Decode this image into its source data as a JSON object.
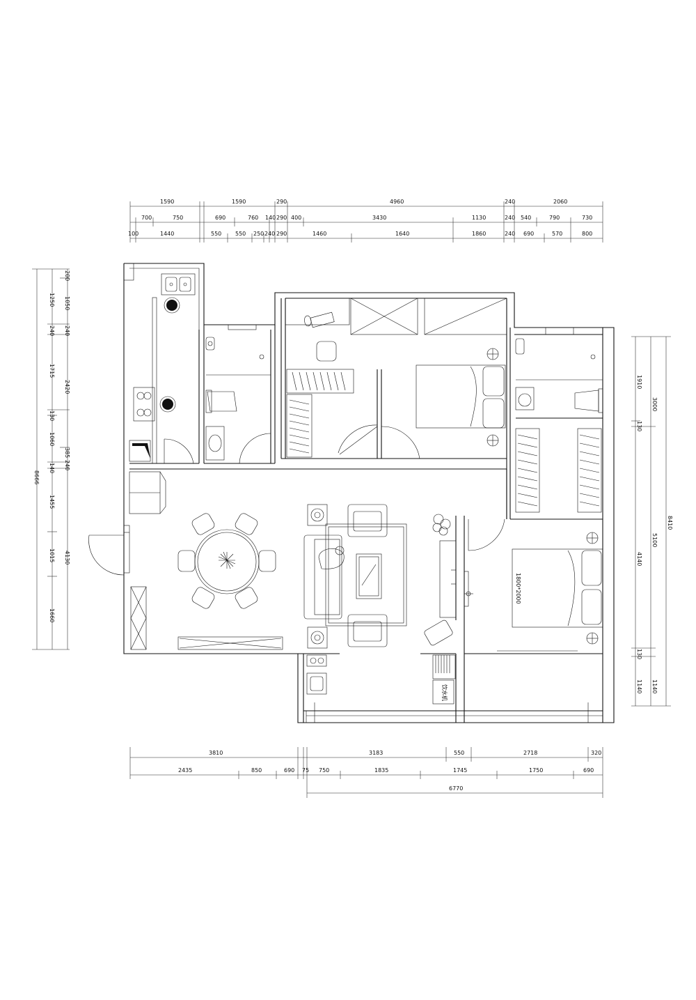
{
  "dimensions": {
    "top_row1": [
      "1590",
      "1590",
      "290",
      "4960",
      "240",
      "2060"
    ],
    "top_row2": [
      "700",
      "750",
      "690",
      "760",
      "140",
      "290",
      "400",
      "3430",
      "1130",
      "240",
      "540",
      "790",
      "730"
    ],
    "top_row3": [
      "100",
      "1440",
      "550",
      "550",
      "250",
      "240",
      "290",
      "1460",
      "1640",
      "1860",
      "240",
      "690",
      "570",
      "800"
    ],
    "left_outer": [
      "8666"
    ],
    "left_mid": [
      "1250",
      "240",
      "1715",
      "130",
      "1060",
      "140",
      "1455",
      "1015",
      "1660"
    ],
    "left_inner": [
      "200",
      "1050",
      "240",
      "2420",
      "385",
      "240",
      "4130"
    ],
    "right_outer": [
      "8410"
    ],
    "right_mid": [
      "3000",
      "5100",
      "1140"
    ],
    "right_inner": [
      "1910",
      "130",
      "4140",
      "130",
      "1140"
    ],
    "bottom_row1": [
      "3810",
      "3183",
      "550",
      "2718",
      "320"
    ],
    "bottom_row2": [
      "2435",
      "850",
      "690",
      "75",
      "750",
      "1835",
      "1745",
      "1750",
      "690"
    ],
    "bottom_total": [
      "6770"
    ]
  },
  "labels": {
    "bed_size": "1800*2000",
    "water_dispenser": "饮水机"
  }
}
